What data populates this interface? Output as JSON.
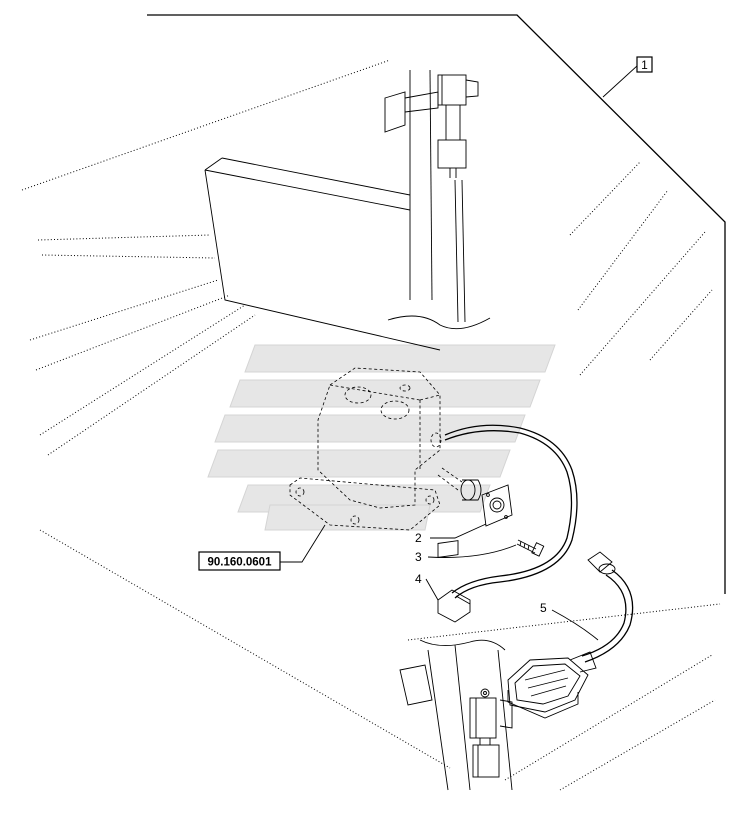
{
  "callouts": {
    "assembly": "1",
    "item2": "2",
    "item3": "3",
    "item4": "4",
    "item5": "5"
  },
  "reference": "90.160.0601"
}
